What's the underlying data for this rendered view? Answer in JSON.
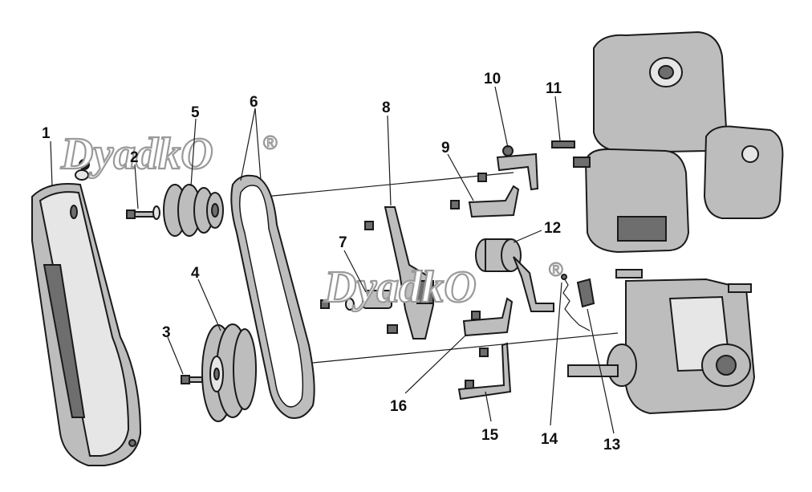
{
  "callouts": [
    "1",
    "2",
    "3",
    "4",
    "5",
    "6",
    "7",
    "8",
    "9",
    "10",
    "11",
    "12",
    "13",
    "14",
    "15",
    "16"
  ],
  "watermark": {
    "text": "DyadkO",
    "symbol": "®"
  },
  "colors": {
    "ink": "#1a1a1a",
    "part": "#bdbdbd",
    "dark": "#6e6e6e",
    "watermark_outline": "#9a9a9a"
  }
}
